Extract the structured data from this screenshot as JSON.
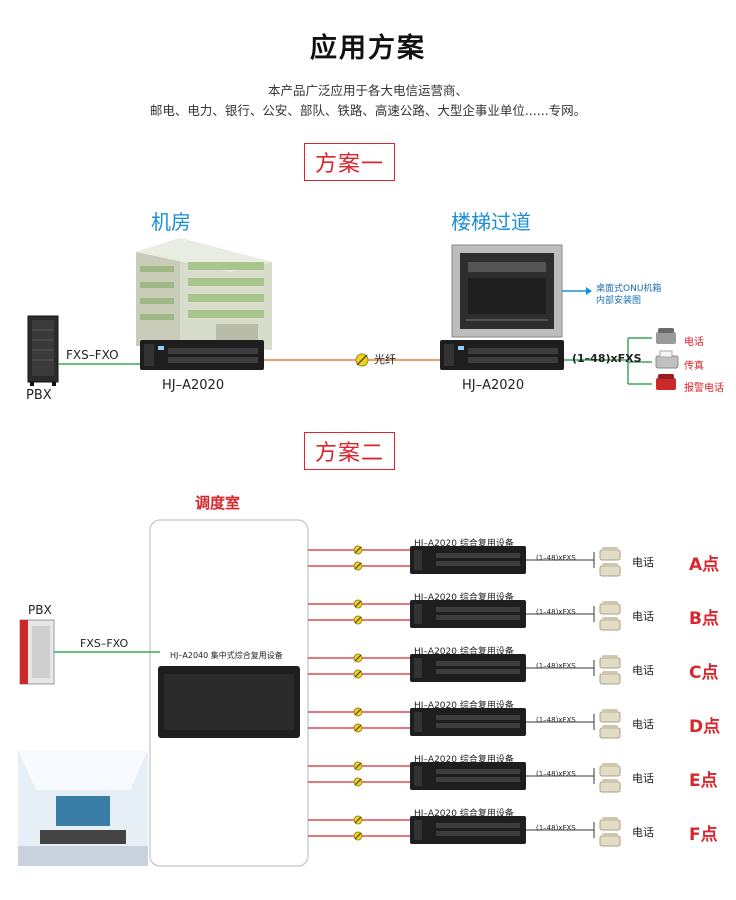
{
  "page": {
    "title": "应用方案",
    "intro_line1": "本产品广泛应用于各大电信运营商、",
    "intro_line2": "邮电、电力、银行、公安、部队、铁路、高速公路、大型企事业单位......专网。"
  },
  "scheme1": {
    "label": "方案一",
    "machine_room": "机房",
    "corridor": "楼梯过道",
    "pbx": "PBX",
    "fxs_fxo": "FXS–FXO",
    "device_left": "HJ–A2020",
    "device_right": "HJ–A2020",
    "fiber": "光纤",
    "onu_note_line1": "桌面式ONU机箱",
    "onu_note_line2": "内部安装图",
    "fxs_count": "(1–48)xFXS",
    "terminals": [
      "电话",
      "传真",
      "报警电话"
    ]
  },
  "scheme2": {
    "label": "方案二",
    "dispatch_room": "调度室",
    "pbx": "PBX",
    "fxs_fxo": "FXS–FXO",
    "central_device": "HJ–A2040 集中式综合复用设备",
    "branches": [
      {
        "device": "HJ–A2020 综合复用设备",
        "fxs": "(1–48)xFXS",
        "phone": "电话",
        "point": "A点"
      },
      {
        "device": "HJ–A2020 综合复用设备",
        "fxs": "(1–48)xFXS",
        "phone": "电话",
        "point": "B点"
      },
      {
        "device": "HJ–A2020 综合复用设备",
        "fxs": "(1–48)xFXS",
        "phone": "电话",
        "point": "C点"
      },
      {
        "device": "HJ–A2020 综合复用设备",
        "fxs": "(1–48)xFXS",
        "phone": "电话",
        "point": "D点"
      },
      {
        "device": "HJ–A2020 综合复用设备",
        "fxs": "(1–48)xFXS",
        "phone": "电话",
        "point": "E点"
      },
      {
        "device": "HJ–A2020 综合复用设备",
        "fxs": "(1–48)xFXS",
        "phone": "电话",
        "point": "F点"
      }
    ]
  },
  "colors": {
    "accent_red": "#d9262c",
    "heading_blue": "#1a8fd6",
    "pbx_line": "#3aa85a",
    "fiber_line": "#e08040",
    "device_dark": "#1e1e1e"
  },
  "icons": {
    "fiber_connector": "fiber-connector-icon",
    "telephone": "telephone-icon",
    "fax": "fax-icon",
    "alarm_phone": "alarm-phone-icon",
    "server_rack": "server-rack-icon",
    "building": "building-icon",
    "office_room": "office-room-image"
  }
}
